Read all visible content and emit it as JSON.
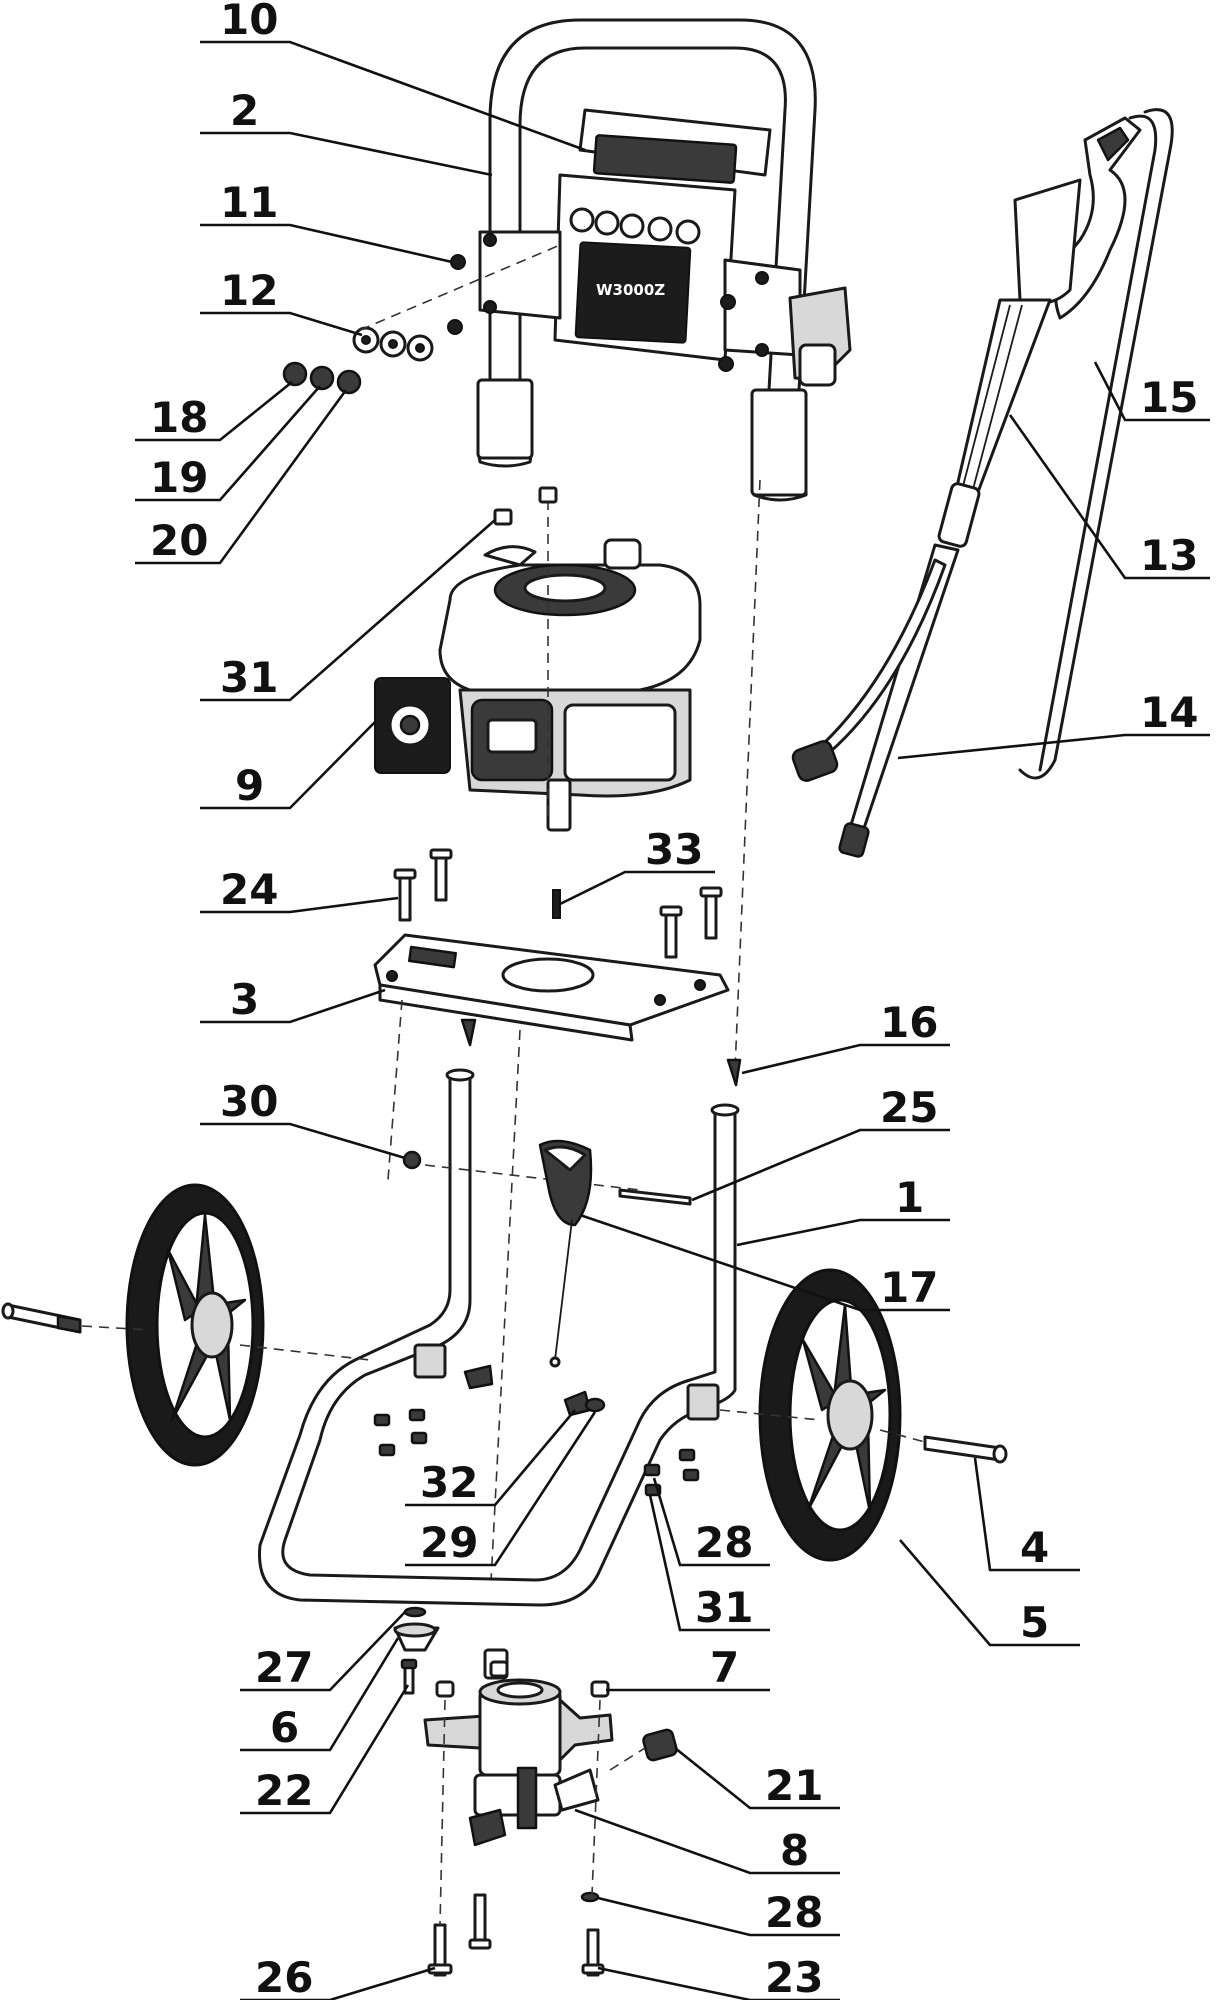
{
  "callouts": [
    {
      "id": "10",
      "label": "10"
    },
    {
      "id": "2",
      "label": "2"
    },
    {
      "id": "11",
      "label": "11"
    },
    {
      "id": "12",
      "label": "12"
    },
    {
      "id": "18",
      "label": "18"
    },
    {
      "id": "19",
      "label": "19"
    },
    {
      "id": "20",
      "label": "20"
    },
    {
      "id": "15",
      "label": "15"
    },
    {
      "id": "13",
      "label": "13"
    },
    {
      "id": "14",
      "label": "14"
    },
    {
      "id": "31a",
      "label": "31"
    },
    {
      "id": "9",
      "label": "9"
    },
    {
      "id": "33",
      "label": "33"
    },
    {
      "id": "24",
      "label": "24"
    },
    {
      "id": "3",
      "label": "3"
    },
    {
      "id": "16",
      "label": "16"
    },
    {
      "id": "30",
      "label": "30"
    },
    {
      "id": "25",
      "label": "25"
    },
    {
      "id": "1",
      "label": "1"
    },
    {
      "id": "17",
      "label": "17"
    },
    {
      "id": "32",
      "label": "32"
    },
    {
      "id": "29",
      "label": "29"
    },
    {
      "id": "28a",
      "label": "28"
    },
    {
      "id": "31b",
      "label": "31"
    },
    {
      "id": "4",
      "label": "4"
    },
    {
      "id": "5",
      "label": "5"
    },
    {
      "id": "27",
      "label": "27"
    },
    {
      "id": "6",
      "label": "6"
    },
    {
      "id": "22",
      "label": "22"
    },
    {
      "id": "7",
      "label": "7"
    },
    {
      "id": "21",
      "label": "21"
    },
    {
      "id": "8",
      "label": "8"
    },
    {
      "id": "28b",
      "label": "28"
    },
    {
      "id": "26",
      "label": "26"
    },
    {
      "id": "23",
      "label": "23"
    }
  ],
  "panel_label": {
    "line1": "W3000Z"
  }
}
